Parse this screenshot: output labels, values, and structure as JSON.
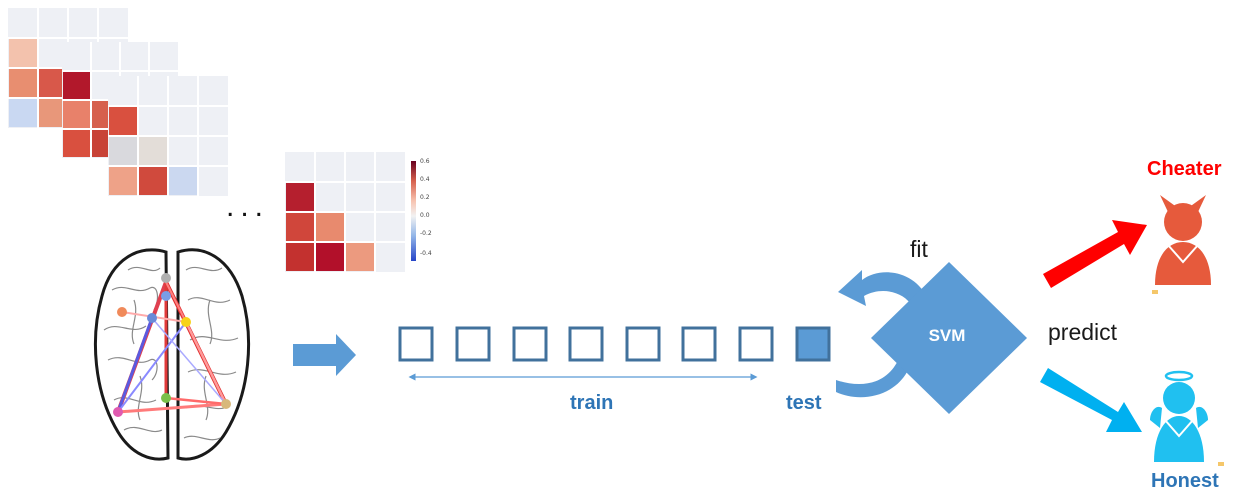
{
  "labels": {
    "fit": "fit",
    "predict": "predict",
    "svm": "SVM",
    "train": "train",
    "test": "test",
    "cheater": "Cheater",
    "honest": "Honest",
    "ellipsis": "..."
  },
  "colorbar_ticks": [
    "0.6",
    "0.4",
    "0.2",
    "0.0",
    "-0.2",
    "-0.4"
  ],
  "colors": {
    "arrow_blue": "#5b9bd5",
    "box_stroke": "#41719c",
    "svm_fill": "#5b9bd5",
    "cheater_red": "#ff0000",
    "honest_cyan": "#00b0f0",
    "devil_fill": "#e65a3c",
    "angel_fill": "#20c0f0"
  },
  "sequence": {
    "train_boxes": 7,
    "test_boxes": 1
  },
  "icons": [
    "brain-network-icon",
    "devil-icon",
    "angel-icon"
  ]
}
